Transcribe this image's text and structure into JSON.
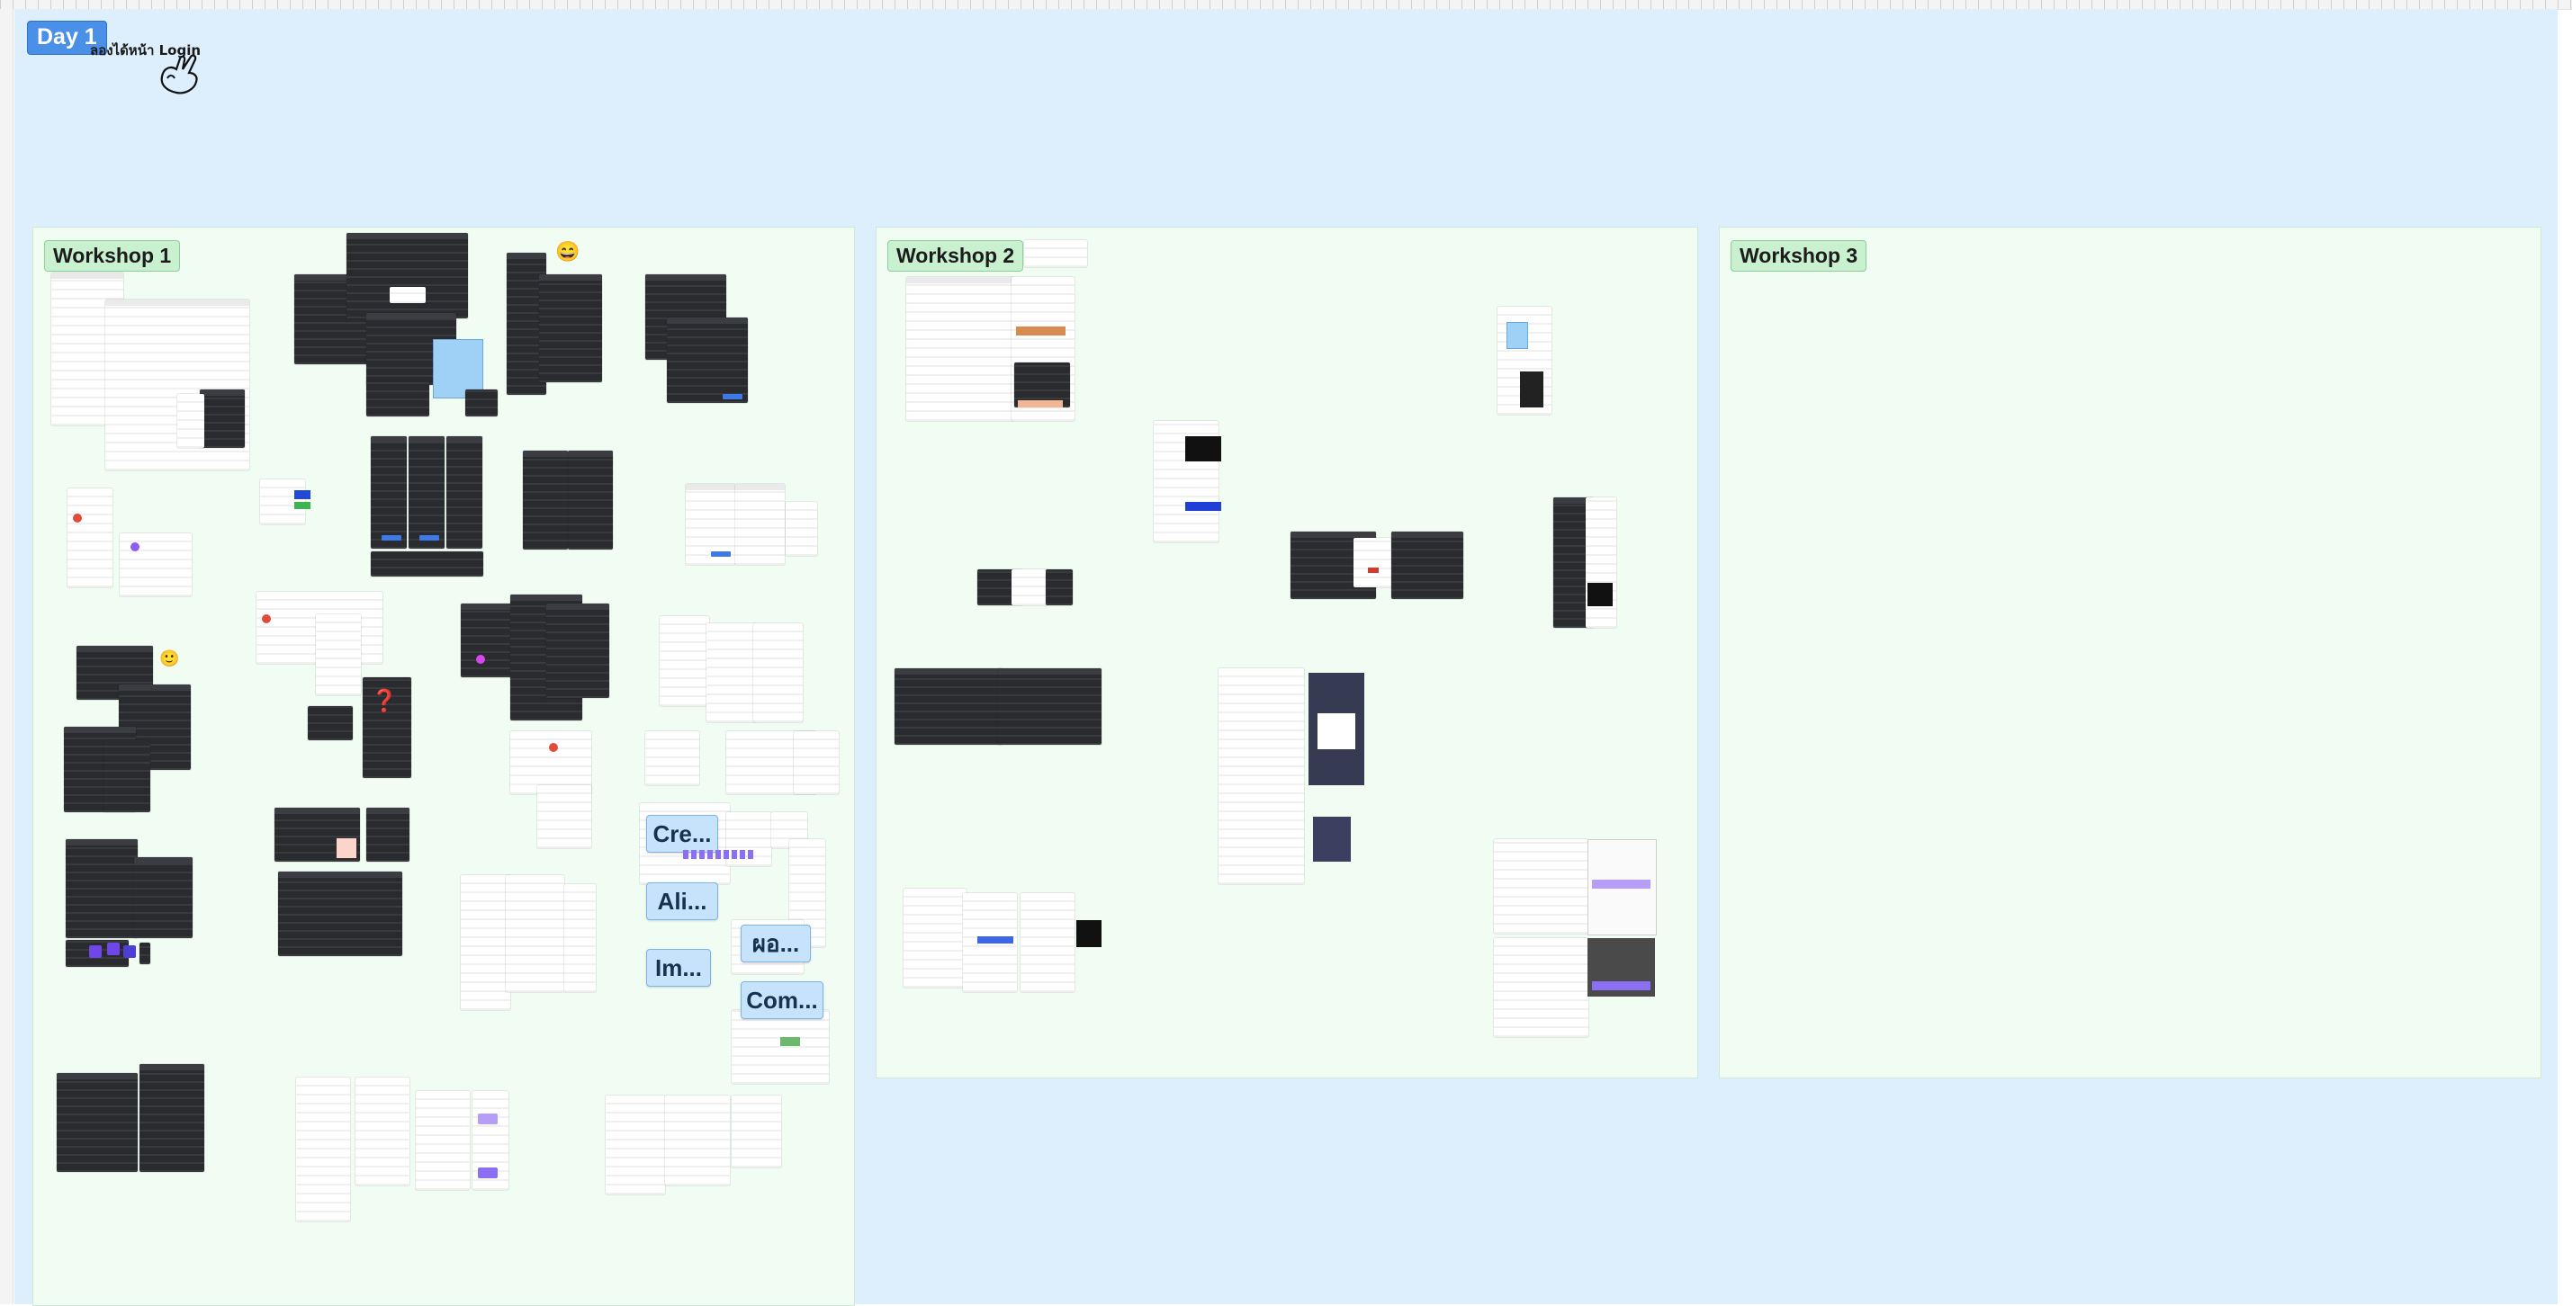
{
  "canvas": {
    "day_label": "Day 1",
    "note_text": "ลองได้หน้า Login"
  },
  "workshops": [
    {
      "label": "Workshop 1"
    },
    {
      "label": "Workshop 2"
    },
    {
      "label": "Workshop 3"
    }
  ],
  "stickies": [
    {
      "text": "Cre..."
    },
    {
      "text": "Ali..."
    },
    {
      "text": "ผอ..."
    },
    {
      "text": "Im..."
    },
    {
      "text": "Com..."
    }
  ],
  "colors": {
    "day_section_bg": "#ddeefd",
    "workshop_bg": "#f1fdf3",
    "workshop_label_bg": "#c9f1cf",
    "day_label_bg": "#4a90e8",
    "sticky_bg": "#c7e3fb"
  }
}
